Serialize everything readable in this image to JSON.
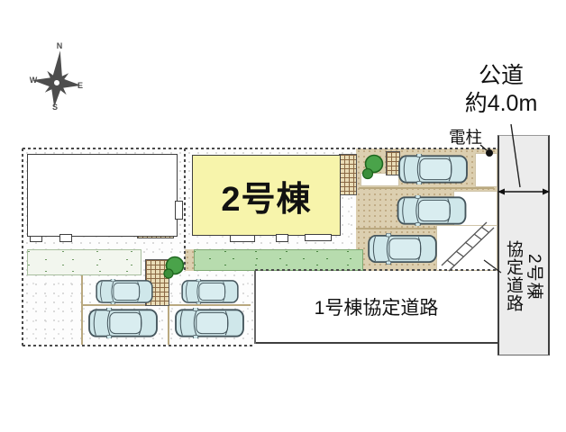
{
  "compass": {
    "north": "N",
    "east": "E",
    "south": "S",
    "west": "W"
  },
  "labels": {
    "public_road": {
      "line1": "公道",
      "line2": "約4.0m"
    },
    "utility_pole": "電柱",
    "building2": "2号棟",
    "building1_agreement_road": "1号棟協定道路",
    "building2_agreement_road": {
      "road": "協定道路",
      "building": "2号棟"
    }
  },
  "colors": {
    "building2_fill": "#f7f4ab",
    "car_fill": "#cfe7ea",
    "grass_fill": "#b7dcae",
    "driveway_fill": "#dccfb0",
    "public_road_fill": "#ececec",
    "hatch_fill": "#e9dcb6",
    "outline": "#3f3f3f"
  }
}
